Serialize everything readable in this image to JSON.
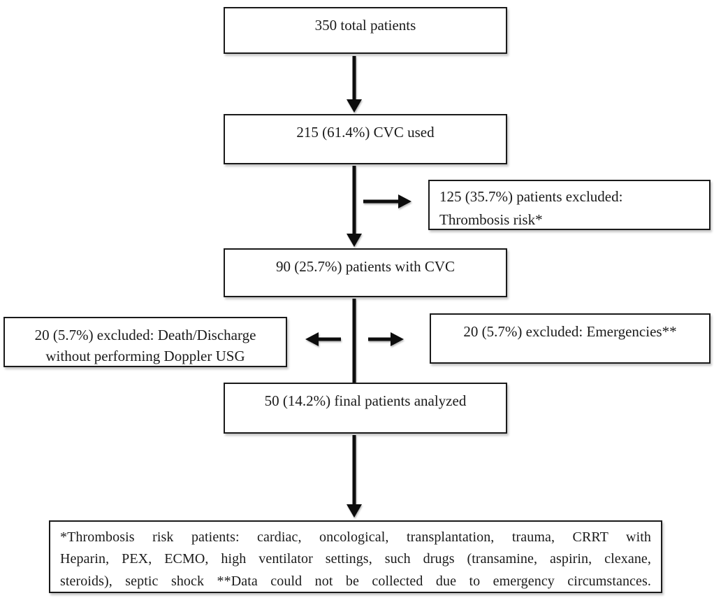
{
  "diagram": {
    "type": "flowchart",
    "description": "Patient enrollment flow diagram",
    "colors": {
      "background": "#ffffff",
      "text": "#1a1a1a",
      "border": "#1a1a1a",
      "arrow": "#0d0d0d"
    },
    "nodes": {
      "total": {
        "text": "350 total patients"
      },
      "cvc_used": {
        "text": "215 (61.4%) CVC used"
      },
      "excluded_thrombosis": {
        "line1": "125 (35.7%) patients excluded:",
        "line2": "Thrombosis risk*"
      },
      "patients_with_cvc": {
        "text": "90 (25.7%) patients with CVC"
      },
      "excluded_death_discharge": {
        "line1": "20 (5.7%) excluded: Death/Discharge",
        "line2": "without performing Doppler USG"
      },
      "excluded_emergencies": {
        "text": "20 (5.7%) excluded: Emergencies**"
      },
      "final_analyzed": {
        "text": "50 (14.2%) final patients analyzed"
      },
      "footnote": {
        "lines": [
          "*Thrombosis risk patients: cardiac, oncological, transplantation, trauma, CRRT with",
          "Heparin, PEX, ECMO, high ventilator settings, such drugs (transamine, aspirin, clexane,",
          "steroids), septic shock **Data could not be collected due to emergency circumstances."
        ]
      }
    },
    "edges": [
      {
        "from": "total",
        "to": "cvc_used",
        "type": "arrow-down"
      },
      {
        "from": "cvc_used",
        "to": "patients_with_cvc",
        "type": "arrow-down"
      },
      {
        "from": "cvc_used",
        "to": "excluded_thrombosis",
        "type": "arrow-right-branch"
      },
      {
        "from": "patients_with_cvc",
        "to": "final_analyzed",
        "type": "line-down"
      },
      {
        "from": "patients_with_cvc",
        "to": "excluded_death_discharge",
        "type": "arrow-left-branch"
      },
      {
        "from": "patients_with_cvc",
        "to": "excluded_emergencies",
        "type": "arrow-right-branch"
      },
      {
        "from": "final_analyzed",
        "to": "footnote",
        "type": "arrow-down"
      }
    ]
  }
}
